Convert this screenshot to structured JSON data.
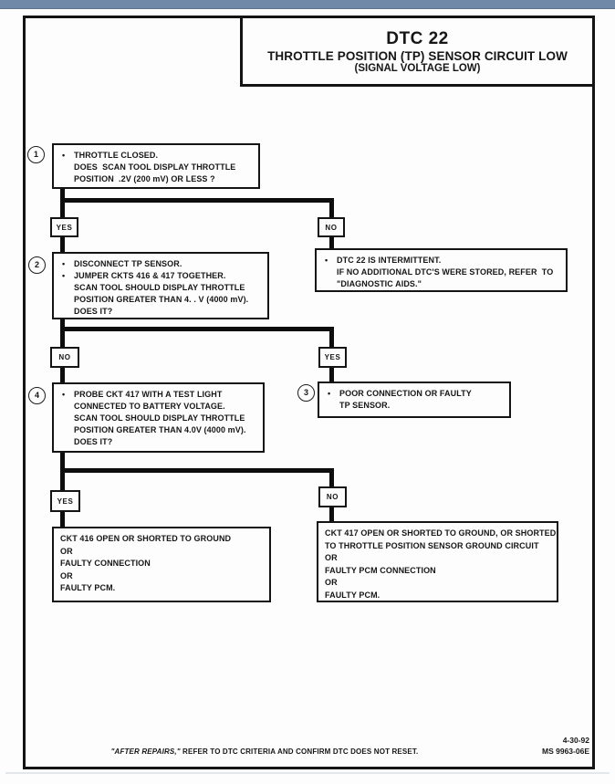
{
  "colors": {
    "band_top": "#7189a8",
    "ink": "#141414"
  },
  "header": {
    "dtc": "DTC 22",
    "title": "THROTTLE POSITION (TP) SENSOR CIRCUIT LOW",
    "subtitle": "(SIGNAL VOLTAGE LOW)"
  },
  "branches": {
    "b1": {
      "left": "YES",
      "right": "NO"
    },
    "b2": {
      "left": "NO",
      "right": "YES"
    },
    "b3": {
      "left": "YES",
      "right": "NO"
    }
  },
  "nodes": {
    "step1": {
      "num": "1",
      "lines": [
        {
          "bullet": "•",
          "text": "THROTTLE CLOSED."
        },
        {
          "bullet": "",
          "text": "DOES  SCAN TOOL DISPLAY THROTTLE"
        },
        {
          "bullet": "",
          "text": "POSITION  .2V (200 mV) OR LESS ?"
        }
      ]
    },
    "step2": {
      "num": "2",
      "lines": [
        {
          "bullet": "•",
          "text": "DISCONNECT TP SENSOR."
        },
        {
          "bullet": "•",
          "text": "JUMPER CKTS 416 & 417 TOGETHER."
        },
        {
          "bullet": "",
          "text": "SCAN TOOL SHOULD DISPLAY THROTTLE"
        },
        {
          "bullet": "",
          "text": "POSITION GREATER THAN 4. . V (4000 mV)."
        },
        {
          "bullet": "",
          "text": "DOES IT?"
        }
      ]
    },
    "intermittent": {
      "lines": [
        {
          "bullet": "•",
          "text": "DTC 22 IS INTERMITTENT."
        },
        {
          "bullet": "",
          "text": "IF NO ADDITIONAL DTC'S WERE STORED, REFER  TO"
        },
        {
          "bullet": "",
          "text": "\"DIAGNOSTIC AIDS.\""
        }
      ]
    },
    "step4": {
      "num": "4",
      "lines": [
        {
          "bullet": "•",
          "text": "PROBE CKT 417 WITH A TEST LIGHT"
        },
        {
          "bullet": "",
          "text": "CONNECTED TO BATTERY VOLTAGE."
        },
        {
          "bullet": "",
          "text": "SCAN TOOL SHOULD DISPLAY THROTTLE"
        },
        {
          "bullet": "",
          "text": "POSITION GREATER THAN 4.0V (4000 mV)."
        },
        {
          "bullet": "",
          "text": "DOES IT?"
        }
      ]
    },
    "step3": {
      "num": "3",
      "lines": [
        {
          "bullet": "•",
          "text": "POOR CONNECTION OR FAULTY"
        },
        {
          "bullet": "",
          "text": "TP SENSOR."
        }
      ]
    },
    "result_left": {
      "lines": [
        "CKT 416 OPEN OR SHORTED TO GROUND",
        "OR",
        "FAULTY CONNECTION",
        "OR",
        "FAULTY PCM."
      ]
    },
    "result_right": {
      "lines": [
        "CKT 417 OPEN OR SHORTED TO GROUND, OR SHORTED",
        "TO THROTTLE POSITION SENSOR GROUND CIRCUIT",
        "OR",
        "FAULTY PCM CONNECTION",
        "OR",
        "FAULTY PCM."
      ]
    }
  },
  "footer": {
    "note_italic": "\"AFTER REPAIRS,\"",
    "note_rest": " REFER TO DTC CRITERIA  AND CONFIRM DTC DOES NOT RESET.",
    "date": "4-30-92",
    "doc_number": "MS 9963-06E"
  }
}
